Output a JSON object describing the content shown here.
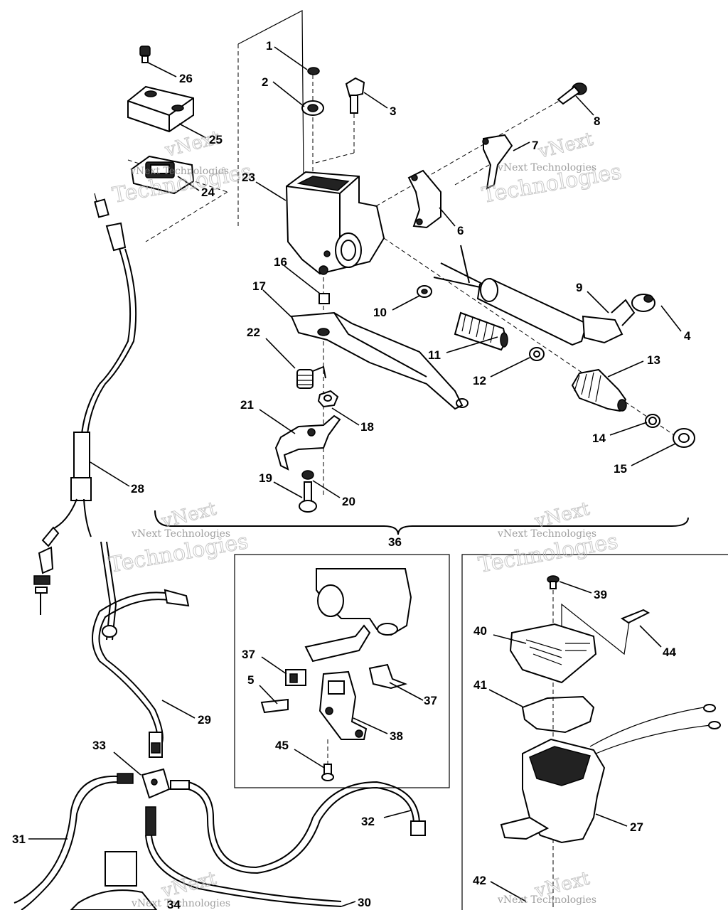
{
  "callouts": {
    "c1": "1",
    "c2": "2",
    "c3": "3",
    "c4": "4",
    "c5": "5",
    "c6": "6",
    "c7": "7",
    "c8": "8",
    "c9": "9",
    "c10": "10",
    "c11": "11",
    "c12": "12",
    "c13": "13",
    "c14": "14",
    "c15": "15",
    "c16": "16",
    "c17": "17",
    "c18": "18",
    "c19": "19",
    "c20": "20",
    "c21": "21",
    "c22": "22",
    "c23": "23",
    "c24": "24",
    "c25": "25",
    "c26": "26",
    "c27": "27",
    "c28": "28",
    "c29": "29",
    "c30": "30",
    "c31": "31",
    "c32": "32",
    "c33": "33",
    "c34": "34",
    "c36": "36",
    "c37a": "37",
    "c37b": "37",
    "c38": "38",
    "c39": "39",
    "c40": "40",
    "c41": "41",
    "c42": "42",
    "c44": "44",
    "c45": "45"
  },
  "watermark": {
    "line1": "vNext",
    "line2": "Technologies",
    "small": "vNext Technologies"
  }
}
